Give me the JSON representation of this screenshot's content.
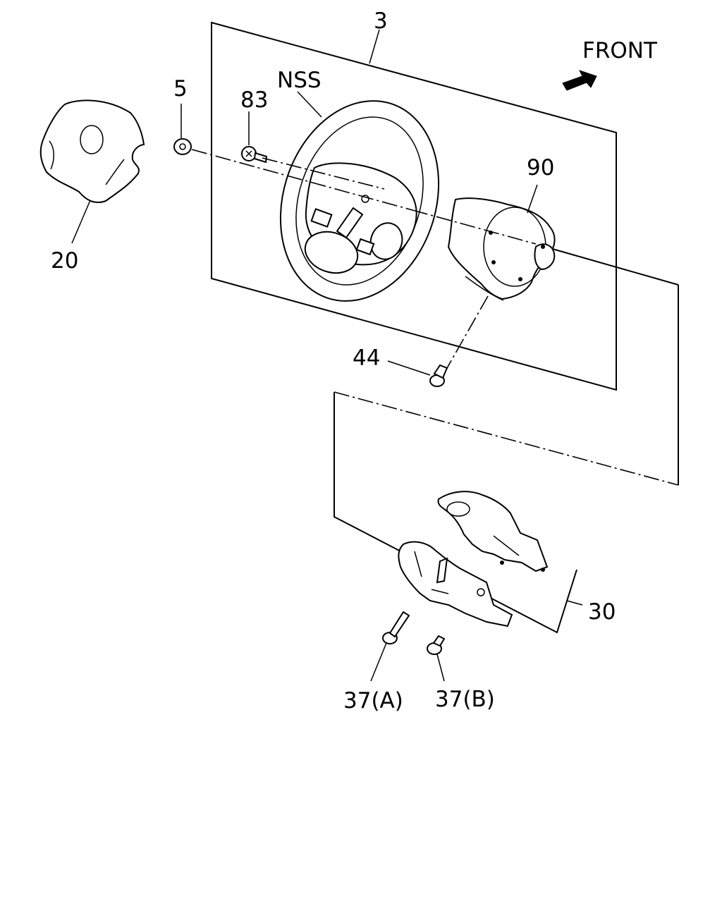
{
  "labels": {
    "front": "FRONT",
    "nss": "NSS",
    "p3": "3",
    "p5": "5",
    "p83": "83",
    "p20": "20",
    "p90": "90",
    "p44": "44",
    "p30": "30",
    "p37a": "37(A)",
    "p37b": "37(B)"
  }
}
